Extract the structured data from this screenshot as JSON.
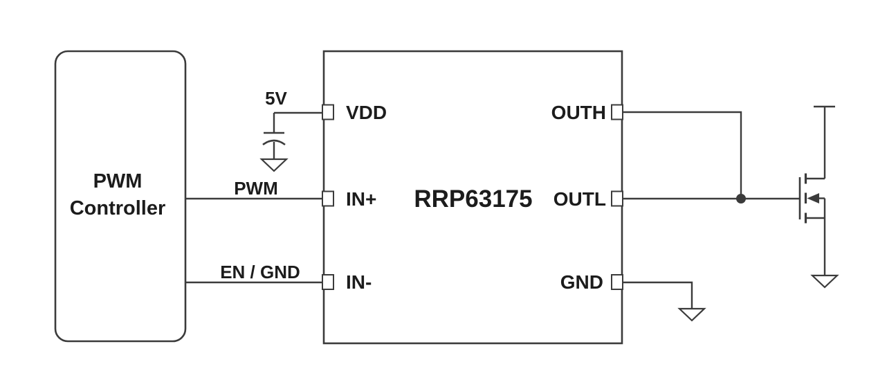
{
  "blocks": {
    "pwm_controller": {
      "label_line1": "PWM",
      "label_line2": "Controller"
    },
    "ic": {
      "part_number": "RRP63175",
      "left_pins": [
        {
          "name": "VDD"
        },
        {
          "name": "IN+"
        },
        {
          "name": "IN-"
        }
      ],
      "right_pins": [
        {
          "name": "OUTH"
        },
        {
          "name": "OUTL"
        },
        {
          "name": "GND"
        }
      ]
    }
  },
  "net_labels": {
    "supply": "5V",
    "pwm": "PWM",
    "en_gnd": "EN / GND"
  },
  "symbols": {
    "capacitor": "decoupling-capacitor",
    "mosfet": "n-channel-mosfet",
    "grounds": [
      "capacitor-ground",
      "ic-gnd-ground",
      "mosfet-source-ground"
    ],
    "junction": "outh-outl-junction-dot",
    "drain_terminal": "drain-supply-terminal"
  },
  "colors": {
    "line": "#3b3b3b",
    "text": "#1c1c1c",
    "background": "#ffffff"
  }
}
